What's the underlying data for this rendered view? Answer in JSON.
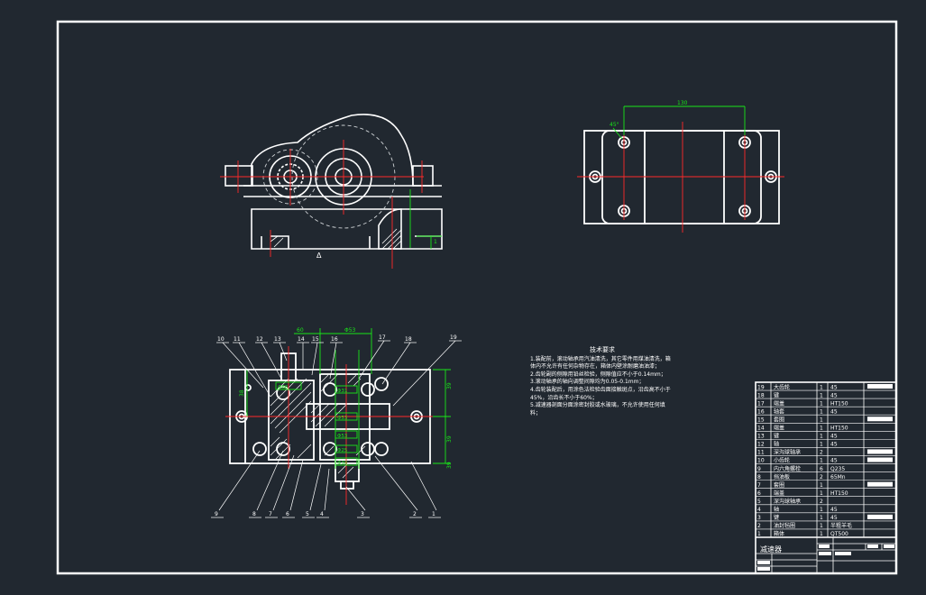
{
  "colors": {
    "background": "#212830",
    "line": "#ffffff",
    "center": "#ff2a2a",
    "dim": "#19e619",
    "hidden": "#cfd3d6"
  },
  "front_view": {
    "label": "Δ",
    "dims": {
      "left": "1"
    }
  },
  "top_view": {
    "dim": "130",
    "angle": "45°"
  },
  "plan_view": {
    "dims": {
      "top_small": "60",
      "top_main": "Φ53",
      "side_left": "38",
      "right_a": "39",
      "right_b": "39",
      "right_c": "39",
      "inner_1": "Φ66",
      "inner_2": "Φ31",
      "inner_3": "Φ53",
      "inner_4": "Φ53",
      "inner_5": "Φ25",
      "inner_6": "Φ30"
    },
    "balloons_top": [
      "10",
      "11",
      "12",
      "13",
      "14",
      "15",
      "16",
      "17",
      "18",
      "19"
    ],
    "balloons_bottom": [
      "9",
      "8",
      "7",
      "6",
      "5",
      "4",
      "3",
      "2",
      "1"
    ]
  },
  "tech_requirements": {
    "title": "技术要求",
    "lines": [
      "1.装配前，滚动轴承用汽油清洗，其它零件用煤油清洗，箱体内不允许有任何杂物存在，箱体内壁涂耐磨油油漆；",
      "2.齿轮副的侧隙用铅丝检验，侧隙值应不小于0.14mm；",
      "3.滚动轴承的轴向调整间隙均为0.05-0.1mm；",
      "4.齿轮装配后，用涂色法检验齿面接触斑点，沿齿高不小于45%，沿齿长不小于60%；",
      "5.减速器剖面分面涂密封胶或水玻璃，不允许使用任何填料；"
    ]
  },
  "parts_list": [
    {
      "no": "19",
      "name": "大齿轮",
      "qty": "1",
      "mat": "45"
    },
    {
      "no": "18",
      "name": "键",
      "qty": "1",
      "mat": "45"
    },
    {
      "no": "17",
      "name": "端盖",
      "qty": "1",
      "mat": "HT150"
    },
    {
      "no": "16",
      "name": "轴套",
      "qty": "1",
      "mat": "45"
    },
    {
      "no": "15",
      "name": "套圈",
      "qty": "1",
      "mat": ""
    },
    {
      "no": "14",
      "name": "端盖",
      "qty": "1",
      "mat": "HT150"
    },
    {
      "no": "13",
      "name": "键",
      "qty": "1",
      "mat": "45"
    },
    {
      "no": "12",
      "name": "轴",
      "qty": "1",
      "mat": "45"
    },
    {
      "no": "11",
      "name": "深沟球轴承",
      "qty": "2",
      "mat": ""
    },
    {
      "no": "10",
      "name": "小齿轮",
      "qty": "1",
      "mat": "45"
    },
    {
      "no": "9",
      "name": "内六角螺栓",
      "qty": "6",
      "mat": "Q235"
    },
    {
      "no": "8",
      "name": "挡油板",
      "qty": "2",
      "mat": "65Mn"
    },
    {
      "no": "7",
      "name": "套圈",
      "qty": "1",
      "mat": ""
    },
    {
      "no": "6",
      "name": "端盖",
      "qty": "1",
      "mat": "HT150"
    },
    {
      "no": "5",
      "name": "深沟球轴承",
      "qty": "2",
      "mat": ""
    },
    {
      "no": "4",
      "name": "轴",
      "qty": "1",
      "mat": "45"
    },
    {
      "no": "3",
      "name": "键",
      "qty": "1",
      "mat": "45"
    },
    {
      "no": "2",
      "name": "油封毡圈",
      "qty": "1",
      "mat": "半粗羊毛"
    },
    {
      "no": "1",
      "name": "箱体",
      "qty": "1",
      "mat": "QT500"
    }
  ],
  "title_block": {
    "name": "减速器"
  }
}
